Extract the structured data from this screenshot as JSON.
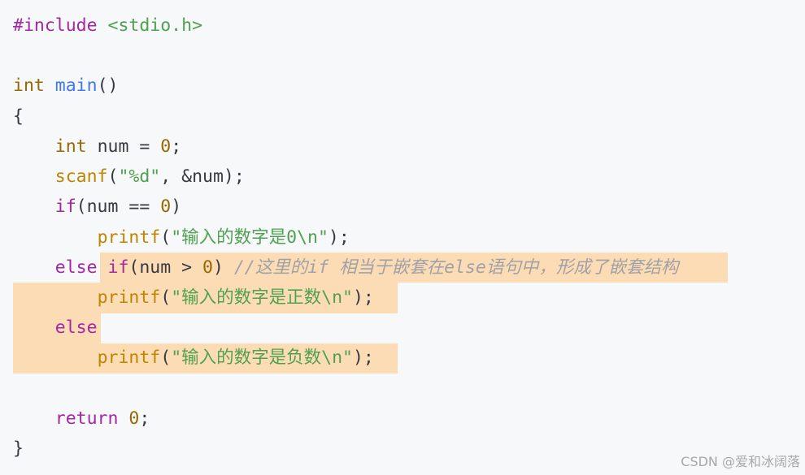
{
  "theme": {
    "background": "#f6f8fa",
    "highlight": "#fcdcb4",
    "keyword": "#a626a4",
    "type": "#986801",
    "function": "#4078f2",
    "call": "#c18401",
    "string": "#50a14f",
    "number": "#986801",
    "comment": "#a0a1a7",
    "plain": "#383a42"
  },
  "code": {
    "lines": [
      {
        "tokens": [
          {
            "t": "kw",
            "s": "#include"
          },
          {
            "t": "pl",
            "s": " "
          },
          {
            "t": "inc",
            "s": "<stdio.h>"
          }
        ]
      },
      {
        "tokens": []
      },
      {
        "tokens": [
          {
            "t": "type",
            "s": "int"
          },
          {
            "t": "pl",
            "s": " "
          },
          {
            "t": "fn",
            "s": "main"
          },
          {
            "t": "pl",
            "s": "()"
          }
        ]
      },
      {
        "tokens": [
          {
            "t": "pl",
            "s": "{"
          }
        ]
      },
      {
        "tokens": [
          {
            "t": "pl",
            "s": "    "
          },
          {
            "t": "type",
            "s": "int"
          },
          {
            "t": "pl",
            "s": " num = "
          },
          {
            "t": "num",
            "s": "0"
          },
          {
            "t": "pl",
            "s": ";"
          }
        ]
      },
      {
        "tokens": [
          {
            "t": "pl",
            "s": "    "
          },
          {
            "t": "fncall",
            "s": "scanf"
          },
          {
            "t": "pl",
            "s": "("
          },
          {
            "t": "str",
            "s": "\"%d\""
          },
          {
            "t": "pl",
            "s": ", &num);"
          }
        ]
      },
      {
        "tokens": [
          {
            "t": "pl",
            "s": "    "
          },
          {
            "t": "kw",
            "s": "if"
          },
          {
            "t": "pl",
            "s": "(num == "
          },
          {
            "t": "num",
            "s": "0"
          },
          {
            "t": "pl",
            "s": ")"
          }
        ]
      },
      {
        "tokens": [
          {
            "t": "pl",
            "s": "        "
          },
          {
            "t": "fncall",
            "s": "printf"
          },
          {
            "t": "pl",
            "s": "("
          },
          {
            "t": "str",
            "s": "\"输入的数字是0\\n\""
          },
          {
            "t": "pl",
            "s": ");"
          }
        ]
      },
      {
        "tokens": [
          {
            "t": "pl",
            "s": "    "
          },
          {
            "t": "kw",
            "s": "else"
          },
          {
            "t": "pl",
            "s": " "
          },
          {
            "t": "kw",
            "s": "if"
          },
          {
            "t": "pl",
            "s": "(num > "
          },
          {
            "t": "num",
            "s": "0"
          },
          {
            "t": "pl",
            "s": ") "
          },
          {
            "t": "cm",
            "s": "//这里的if 相当于嵌套在else语句中，形成了嵌套结构"
          }
        ]
      },
      {
        "tokens": [
          {
            "t": "pl",
            "s": "        "
          },
          {
            "t": "fncall",
            "s": "printf"
          },
          {
            "t": "pl",
            "s": "("
          },
          {
            "t": "str",
            "s": "\"输入的数字是正数\\n\""
          },
          {
            "t": "pl",
            "s": ");"
          }
        ]
      },
      {
        "tokens": [
          {
            "t": "pl",
            "s": "    "
          },
          {
            "t": "kw",
            "s": "else"
          }
        ]
      },
      {
        "tokens": [
          {
            "t": "pl",
            "s": "        "
          },
          {
            "t": "fncall",
            "s": "printf"
          },
          {
            "t": "pl",
            "s": "("
          },
          {
            "t": "str",
            "s": "\"输入的数字是负数\\n\""
          },
          {
            "t": "pl",
            "s": ");"
          }
        ]
      },
      {
        "tokens": []
      },
      {
        "tokens": [
          {
            "t": "pl",
            "s": "    "
          },
          {
            "t": "kw",
            "s": "return"
          },
          {
            "t": "pl",
            "s": " "
          },
          {
            "t": "num",
            "s": "0"
          },
          {
            "t": "pl",
            "s": ";"
          }
        ]
      },
      {
        "tokens": [
          {
            "t": "pl",
            "s": "}"
          }
        ]
      }
    ]
  },
  "watermark": "CSDN @爱和冰阔落"
}
